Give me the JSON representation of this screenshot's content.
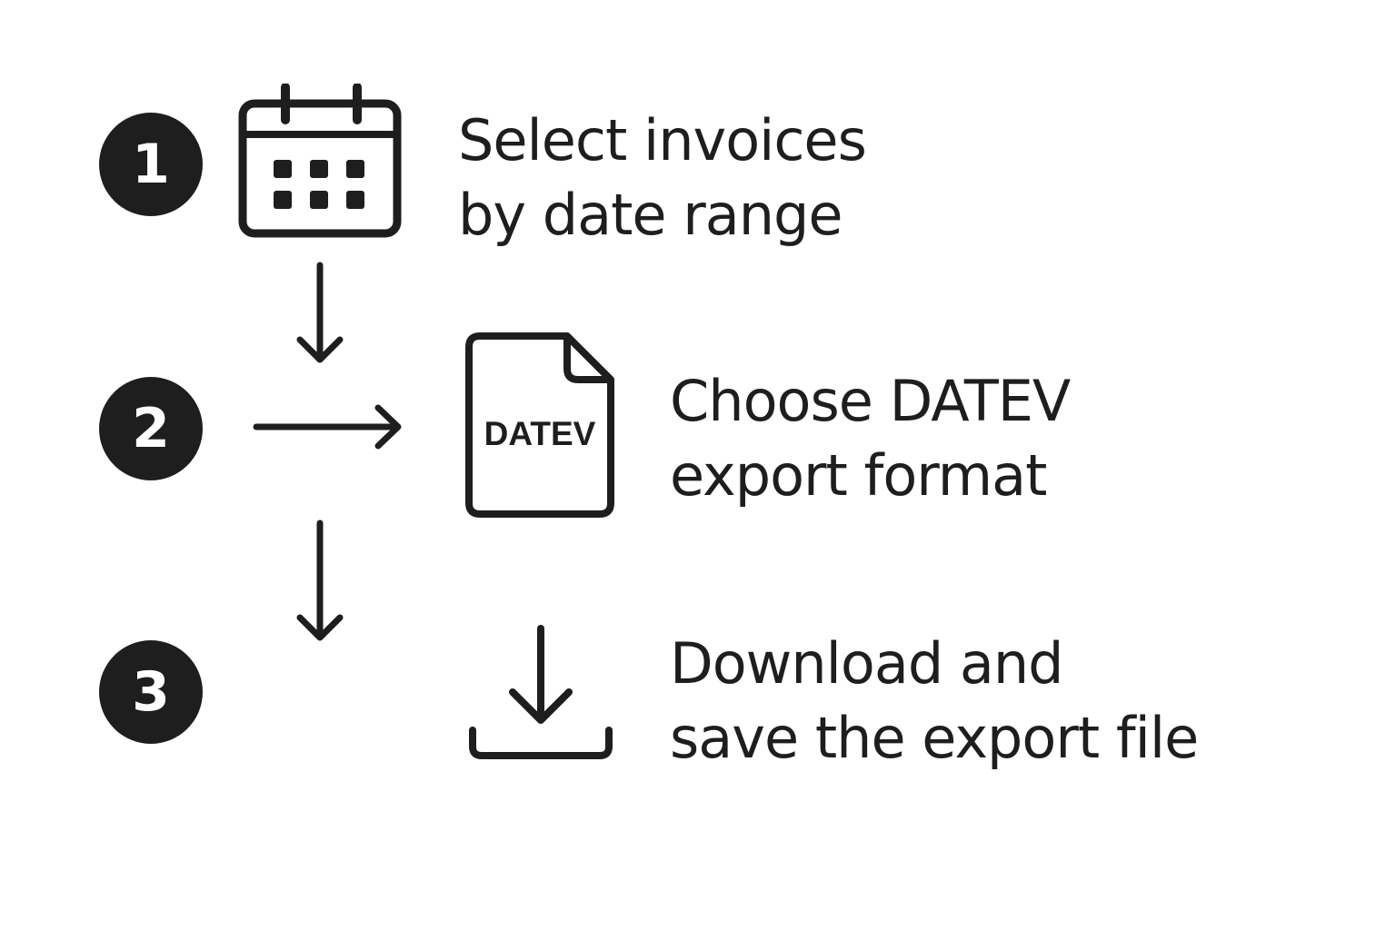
{
  "steps": [
    {
      "number": "1",
      "icon": "calendar-icon",
      "line1": "Select invoices",
      "line2": "by date range"
    },
    {
      "number": "2",
      "icon": "document-icon",
      "icon_label": "DATEV",
      "line1": "Choose DATEV",
      "line2": "export format"
    },
    {
      "number": "3",
      "icon": "download-icon",
      "line1": "Download and",
      "line2": "save the export file"
    }
  ],
  "colors": {
    "ink": "#1e1e1e",
    "background": "#ffffff",
    "badge_text": "#ffffff"
  }
}
